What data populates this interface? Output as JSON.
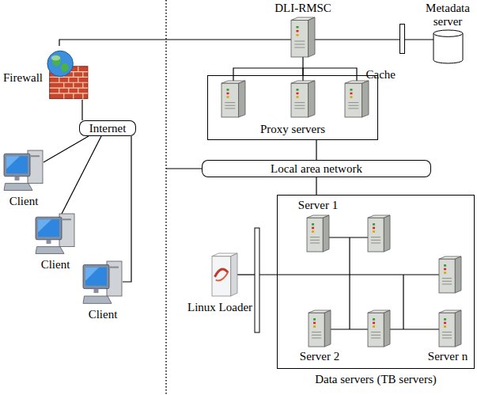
{
  "diagram": {
    "nodes": [
      {
        "text": [
          "Firewall"
        ]
      },
      {
        "text": [
          "Internet"
        ]
      },
      {
        "text": [
          "Client"
        ]
      },
      {
        "text": [
          "Client"
        ]
      },
      {
        "text": [
          "Client"
        ]
      },
      {
        "text": [
          "DLI-RMSC"
        ]
      },
      {
        "text": [
          "Metadata server"
        ]
      },
      {
        "text": [
          "Cache"
        ]
      },
      {
        "text": [
          "Proxy servers"
        ]
      },
      {
        "text": [
          "Local area network"
        ]
      },
      {
        "text": [
          "Data servers (TB servers)"
        ]
      },
      {
        "text": [
          "Server 1"
        ],
        "in": 10
      },
      {
        "text": [
          "Server 2"
        ],
        "in": 10
      },
      {
        "text": [
          "Server n"
        ],
        "in": 10
      },
      {
        "text": [
          "Linux Loader"
        ]
      }
    ],
    "edges": [
      {
        "from": 0,
        "to": 5,
        "arrow": "none"
      },
      {
        "from": 5,
        "to": 7,
        "arrow": "none"
      },
      {
        "from": 7,
        "to": 6,
        "arrow": "none"
      },
      {
        "from": 5,
        "to": 8,
        "arrow": "none"
      },
      {
        "from": 0,
        "to": 1,
        "arrow": "none"
      },
      {
        "from": 1,
        "to": 2,
        "arrow": "none"
      },
      {
        "from": 1,
        "to": 3,
        "arrow": "none"
      },
      {
        "from": 1,
        "to": 4,
        "arrow": "none"
      },
      {
        "from": 8,
        "to": 9,
        "arrow": "none"
      },
      {
        "from": 9,
        "to": 10,
        "arrow": "none"
      }
    ]
  }
}
